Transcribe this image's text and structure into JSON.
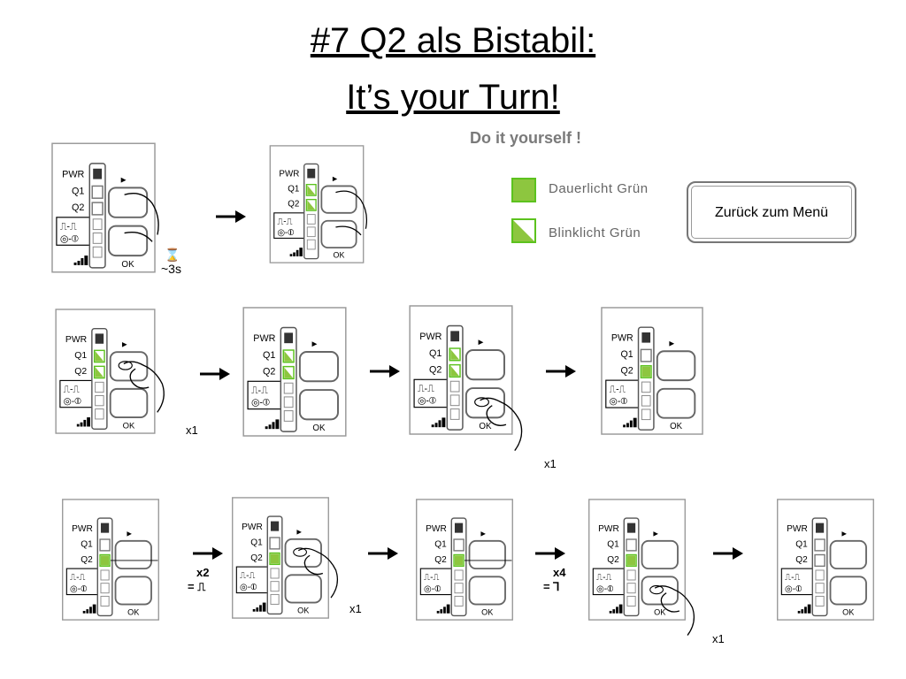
{
  "title": {
    "line1": "#7 Q2 als Bistabil:",
    "line2": "It’s your Turn!"
  },
  "subtitle": "Do it yourself !",
  "legend": {
    "solid_label": "Dauerlicht Grün",
    "blink_label": "Blinklicht Grün",
    "solid_color": "#8dc63f",
    "border_color": "#5cc21e"
  },
  "menu_button": {
    "label": "Zurück zum Menü"
  },
  "device_labels": {
    "pwr": "PWR",
    "q1": "Q1",
    "q2": "Q2",
    "ok": "OK",
    "arrow": "►",
    "pulse": "⎍-⎍",
    "mode": "◎-⦶"
  },
  "timer": {
    "icon": "hourglass-icon",
    "text": "~3s"
  },
  "press_notes": {
    "x1": "x1"
  },
  "flash_notes": {
    "x2": "x2",
    "pulse": "= ⎍",
    "x4": "x4",
    "toggle": "= ⅂"
  }
}
